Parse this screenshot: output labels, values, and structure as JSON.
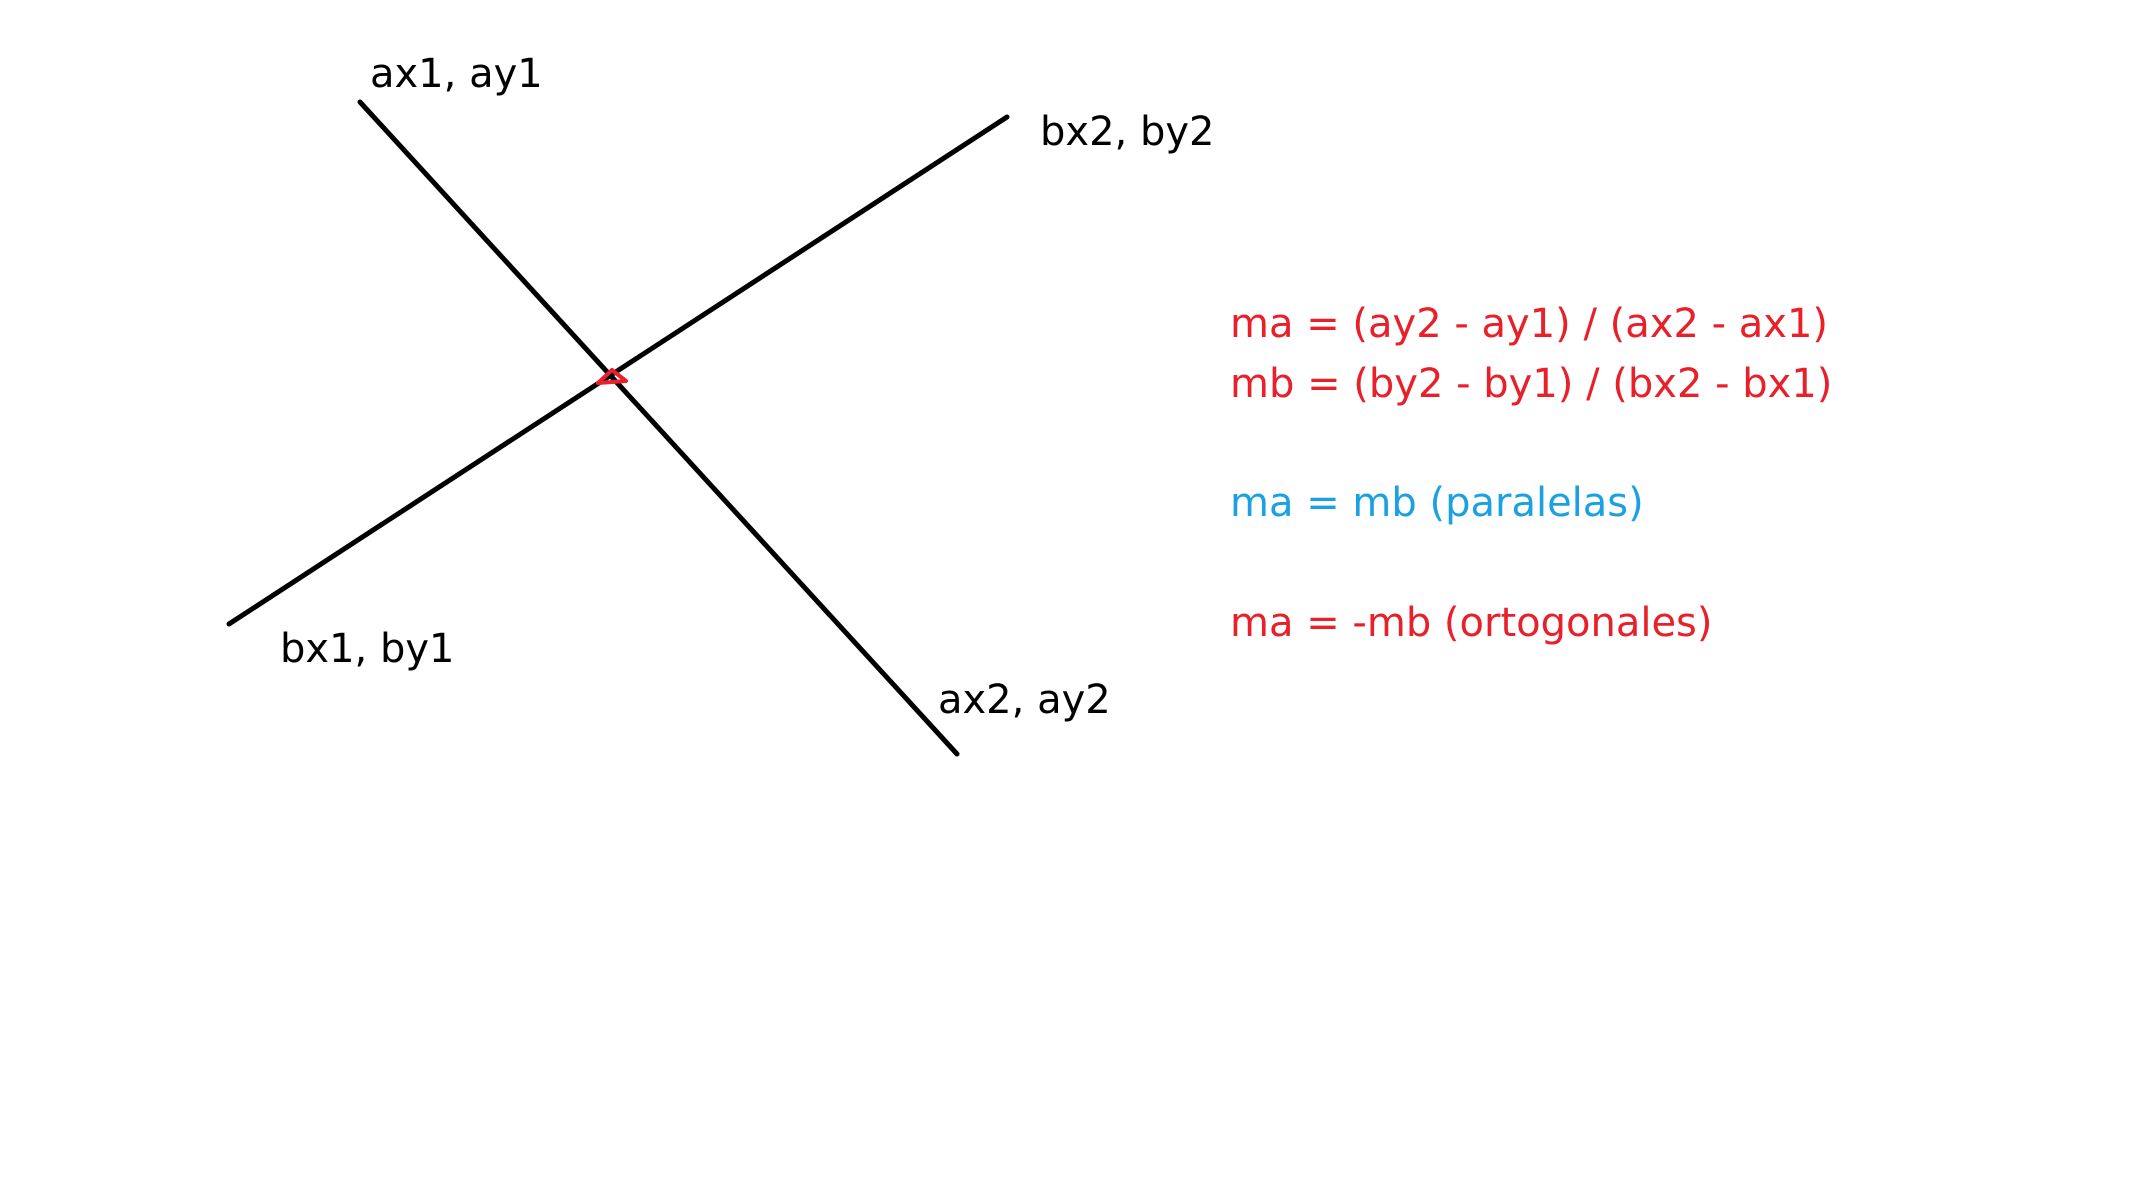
{
  "diagram": {
    "points": {
      "a1": "ax1, ay1",
      "a2": "ax2, ay2",
      "b1": "bx1, by1",
      "b2": "bx2, by2"
    },
    "equations": {
      "slope_a": "ma = (ay2 - ay1) / (ax2 - ax1)",
      "slope_b": "mb = (by2 - by1) / (bx2 - bx1)",
      "parallel": "ma = mb (paralelas)",
      "orthogonal": "ma = -mb (ortogonales)"
    }
  },
  "colors": {
    "lines": "#000000",
    "labels": "#000000",
    "red": "#e8202a",
    "blue": "#1ba1e2"
  }
}
